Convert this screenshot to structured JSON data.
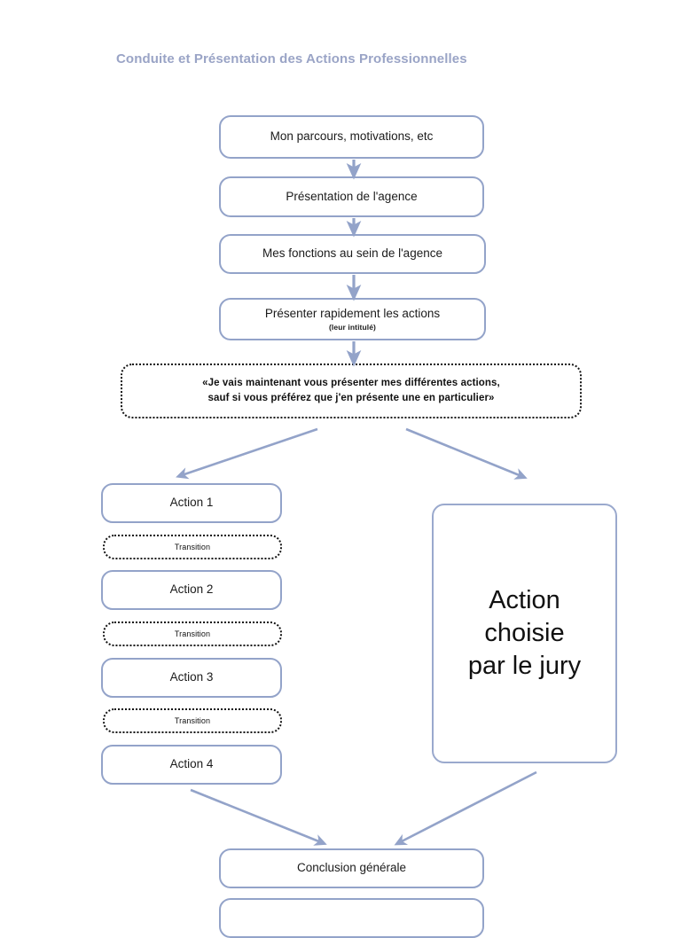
{
  "page": {
    "title": "Conduite et Présentation des Actions Professionnelles",
    "title_color": "#9aa4c6",
    "node_border_color": "#93a3c9",
    "arrow_color": "#93a3c9",
    "dotted_border_color": "#141414",
    "background": "#ffffff"
  },
  "intro_steps": [
    {
      "label": "Mon parcours, motivations, etc",
      "sub": ""
    },
    {
      "label": "Présentation de l'agence",
      "sub": ""
    },
    {
      "label": "Mes fonctions au sein de l'agence",
      "sub": ""
    },
    {
      "label": "Présenter rapidement les actions",
      "sub": "(leur intitulé)"
    }
  ],
  "quote": {
    "line1": "«Je vais maintenant vous présenter mes différentes actions,",
    "line2": "sauf si vous préférez que j'en présente une en particulier»"
  },
  "left_branch": {
    "actions": [
      {
        "label": "Action 1"
      },
      {
        "label": "Action 2"
      },
      {
        "label": "Action 3"
      },
      {
        "label": "Action 4"
      }
    ],
    "transitions": [
      {
        "label": "Transition"
      },
      {
        "label": "Transition"
      },
      {
        "label": "Transition"
      }
    ]
  },
  "right_branch": {
    "jury_box": {
      "line1": "Action",
      "line2": "choisie",
      "line3": "par le jury"
    }
  },
  "conclusion": {
    "label": "Conclusion générale"
  },
  "partial_bottom": {
    "label": ""
  }
}
